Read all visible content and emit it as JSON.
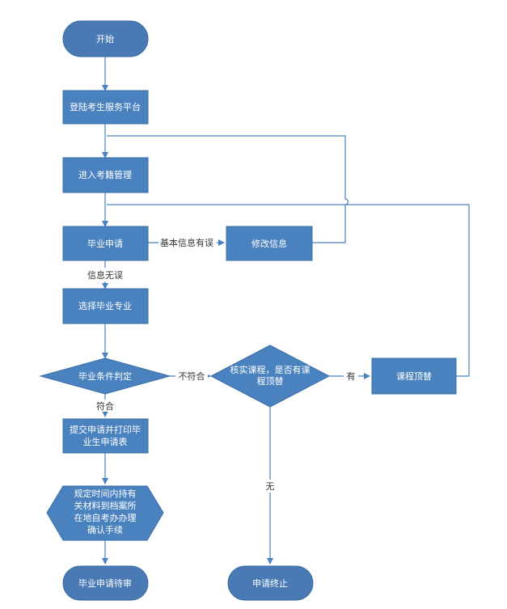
{
  "nodes": {
    "start": "开始",
    "login": "登陆考生服务平台",
    "enter_registry": "进入考籍管理",
    "graduation_apply": "毕业申请",
    "modify_info": "修改信息",
    "select_major": "选择毕业专业",
    "condition_check": "毕业条件判定",
    "verify_course": [
      "核实课程，是否有课",
      "程顶替"
    ],
    "course_substitute": "课程顶替",
    "submit_print": [
      "提交申请并打印毕",
      "业生申请表"
    ],
    "archive_confirm": [
      "规定时间内持有",
      "关材料到档案所",
      "在地自考办办理",
      "确认手续"
    ],
    "pending": "毕业申请待审",
    "terminate": "申请终止"
  },
  "edges": {
    "info_error": "基本信息有误",
    "info_ok": "信息无误",
    "not_meet": "不符合",
    "meet": "符合",
    "yes": "有",
    "no": "无"
  }
}
